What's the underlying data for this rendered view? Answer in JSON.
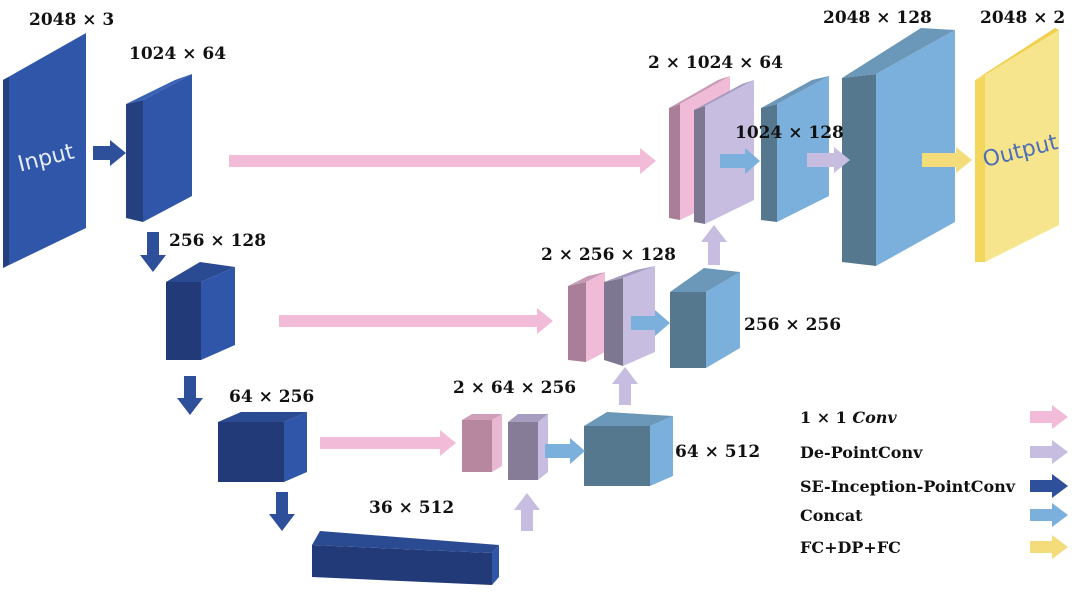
{
  "diagram": {
    "input_label": "Input",
    "output_label": "Output",
    "dims": {
      "input": "2048 × 3",
      "enc1": "1024 × 64",
      "enc2": "256 × 128",
      "enc3": "64 × 256",
      "bottleneck": "36 × 512",
      "dec3_concat": "2 × 64 × 256",
      "dec3_out": "64 × 512",
      "dec2_concat": "2 × 256 × 128",
      "dec2_out": "256 × 256",
      "dec1_concat": "2 × 1024 × 64",
      "dec1_out": "1024 × 128",
      "fc": "2048 × 128",
      "output": "2048 × 2"
    }
  },
  "legend": [
    {
      "prefix": "1 × 1 ",
      "italic": "Conv",
      "color": "#f2bcd8"
    },
    {
      "prefix": "De-PointConv",
      "italic": "",
      "color": "#c6bde0"
    },
    {
      "prefix": "SE-Inception-PointConv",
      "italic": "",
      "color": "#2e4f9a"
    },
    {
      "prefix": "Concat",
      "italic": "",
      "color": "#7bb0dc"
    },
    {
      "prefix": "FC+DP+FC",
      "italic": "",
      "color": "#f5dc7a"
    }
  ],
  "colors": {
    "conv_pink": "#f2bcd8",
    "depoint_lavender": "#c6bde0",
    "se_blue": "#2e4f9a",
    "concat_blue": "#7bb0dc",
    "fc_yellow": "#f5dc7a"
  }
}
